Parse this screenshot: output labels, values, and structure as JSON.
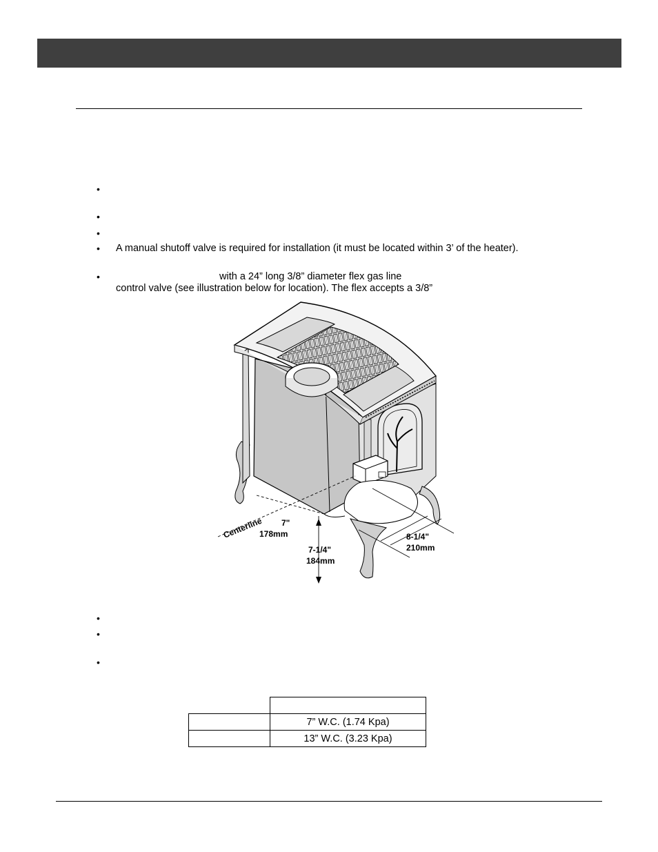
{
  "bullets": {
    "shutoff_valve_text": "A manual shutoff valve is required for installation (it must be located within 3’ of the heater).",
    "flex_line_1": "with a 24” long  3/8” diameter flex gas line",
    "flex_line_2": "control valve (see illustration below for location).  The flex accepts a 3/8”"
  },
  "illustration": {
    "centerline_label": "Centerline",
    "dim_7": "7\"",
    "dim_178mm": "178mm",
    "dim_7_1_4": "7-1/4\"",
    "dim_184mm": "184mm",
    "dim_8_1_4": "8-1/4\"",
    "dim_210mm": "210mm"
  },
  "pressure_table": {
    "header": "",
    "rows": [
      {
        "label": "",
        "value": "7” W.C. (1.74 Kpa)"
      },
      {
        "label": "",
        "value": "13” W.C. (3.23 Kpa)"
      }
    ]
  }
}
